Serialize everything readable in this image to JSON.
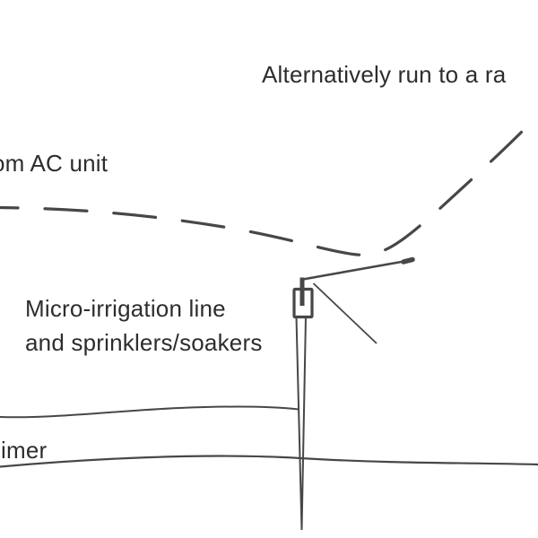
{
  "diagram": {
    "labels": {
      "alternative_route": "Alternatively run to a ra",
      "ac_unit": "om AC unit",
      "micro_irrigation_line1": "Micro-irrigation line",
      "micro_irrigation_line2": "and sprinklers/soakers",
      "timer": "imer"
    },
    "colors": {
      "ink": "#474747",
      "text": "#2d2d2d",
      "background": "#ffffff"
    }
  }
}
